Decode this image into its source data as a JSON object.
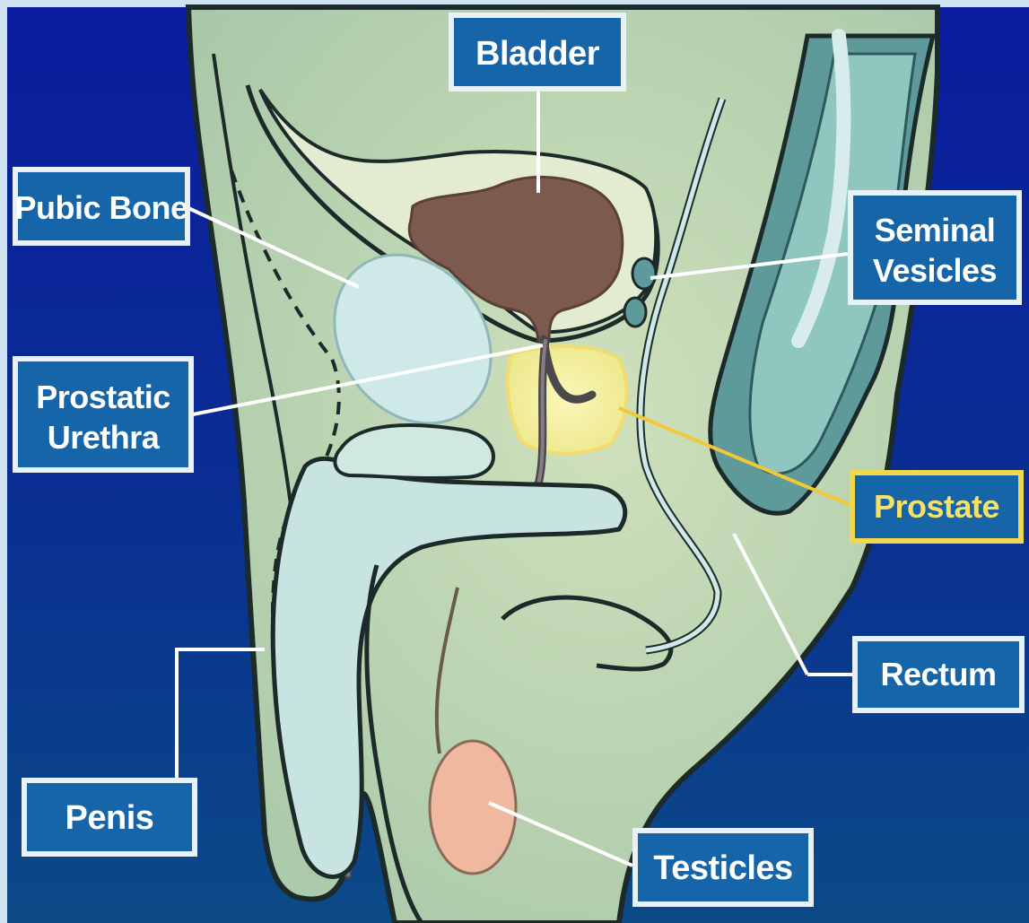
{
  "diagram": {
    "labels": {
      "bladder": "Bladder",
      "pubic_bone": "Pubic Bone",
      "seminal_vesicles_line1": "Seminal",
      "seminal_vesicles_line2": "Vesicles",
      "prostatic_urethra_line1": "Prostatic",
      "prostatic_urethra_line2": "Urethra",
      "prostate": "Prostate",
      "rectum": "Rectum",
      "penis": "Penis",
      "testicles": "Testicles"
    },
    "highlighted_structure": "Prostate",
    "colors": {
      "background_top": "#0d1f9c",
      "background_bottom": "#0a3d7a",
      "frame": "#cfe3f0",
      "body": "#b8d2b0",
      "label_box": "#1565a8",
      "label_border": "#e8f0f8",
      "label_text": "#ffffff",
      "highlight_border": "#f0d84a",
      "highlight_text": "#f4e06a",
      "bladder": "#7d5a4e",
      "prostate": "#f1ee9c",
      "testicle": "#f1b8a0",
      "pubic_bone": "#cfe8e8",
      "rectum": "#5e9a9a",
      "leader_line": "#ffffff",
      "prostate_leader": "#f0c83a"
    }
  }
}
